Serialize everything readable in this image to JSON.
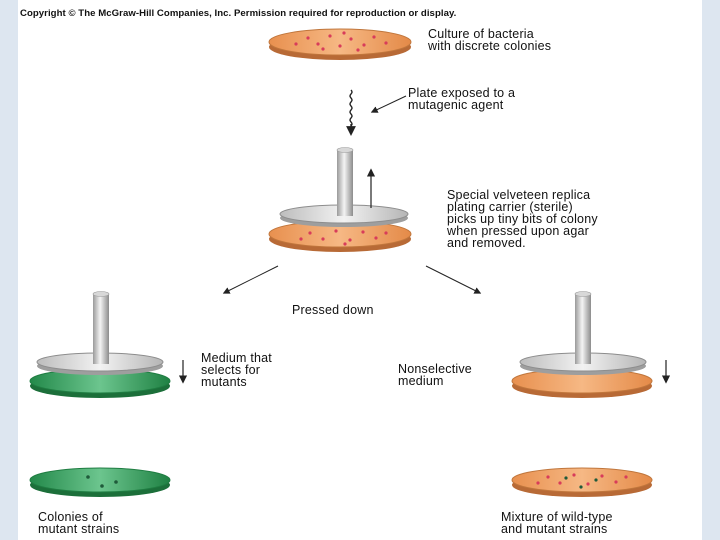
{
  "copyright": "Copyright © The McGraw-Hill Companies, Inc. Permission required for reproduction or display.",
  "labels": {
    "culture": "Culture of bacteria\nwith discrete colonies",
    "mutagen": "Plate exposed to a\nmutagenic agent",
    "velveteen": "Special velveteen replica\nplating carrier (sterile)\npicks up tiny bits of colony\nwhen pressed upon agar\nand removed.",
    "pressed_down": "Pressed down",
    "selective_medium": "Medium that\nselects for\nmutants",
    "nonselective_medium": "Nonselective\nmedium",
    "mutant_colonies": "Colonies of\nmutant strains",
    "mixture": "Mixture of wild-type\nand mutant strains"
  },
  "colors": {
    "nutrient_agar": "#f2a66a",
    "selective_agar": "#35a05a",
    "colony": "#d83c5a",
    "mutant_colony": "#1f5a3a",
    "carrier": "#d9d9d9"
  }
}
